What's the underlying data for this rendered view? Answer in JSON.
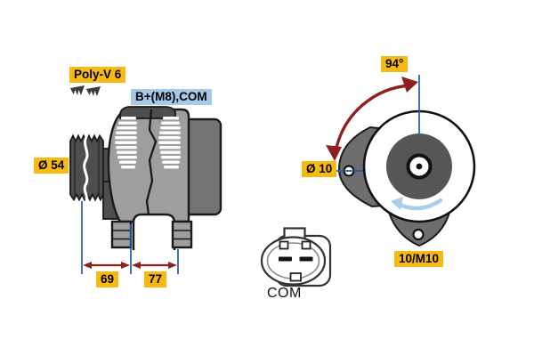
{
  "colors": {
    "label_yellow": "#F6BA12",
    "label_blue": "#A7C9E8",
    "dim_blue": "#1E5CA8",
    "arrow_red": "#8E2020",
    "rotation_blue": "#A9CDEA",
    "body_gray": "#9E9E9E",
    "dark_gray": "#4E4E4E",
    "rear_cover_gray": "#737373",
    "lug_gray": "#6E6E6E",
    "rotor_dark": "#565656",
    "outline": "#1A1A1A"
  },
  "side_view": {
    "belt_type_label": "Poly-V 6",
    "terminal_label": "B+(M8),COM",
    "pulley_diameter": "Ø 54",
    "dimension_front": "69",
    "dimension_rear": "77"
  },
  "rear_view": {
    "mounting_angle": "94°",
    "hole_diameter": "Ø 10",
    "mounting_thread": "10/M10"
  },
  "connector": {
    "label": "COM"
  }
}
